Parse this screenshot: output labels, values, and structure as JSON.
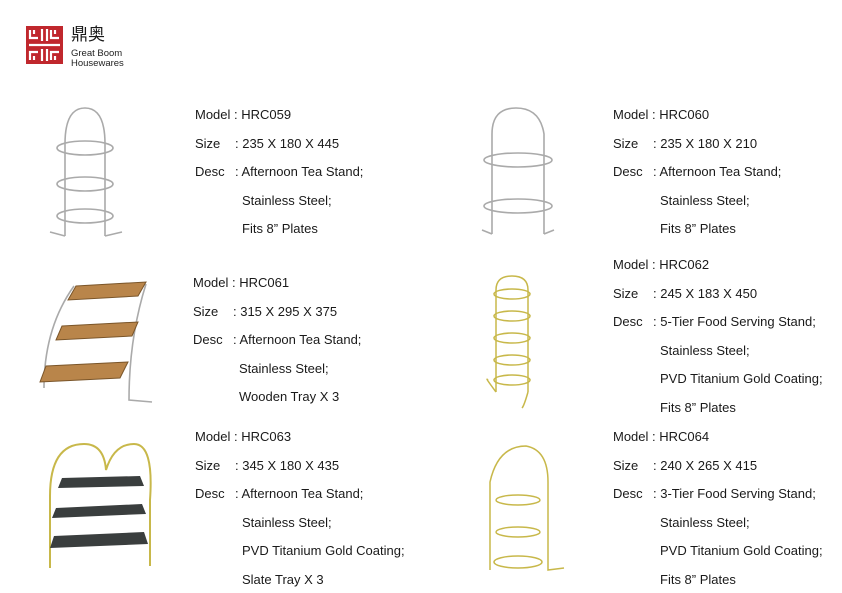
{
  "brand": {
    "name_cn": "鼎奥",
    "name_en_1": "Great Boom",
    "name_en_2": "Housewares",
    "color": "#c0272d"
  },
  "products": [
    {
      "model_label": "Model : HRC059",
      "size_label": "Size",
      "size": ": 235 X 180 X 445",
      "desc_label": "Desc",
      "desc": [
        ": Afternoon Tea Stand;",
        "Stainless Steel;",
        "Fits 8” Plates"
      ],
      "image": "three-tier-round-wire-stand-silver"
    },
    {
      "model_label": "Model : HRC060",
      "size_label": "Size",
      "size": ": 235 X 180 X 210",
      "desc_label": "Desc",
      "desc": [
        ": Afternoon Tea Stand;",
        "Stainless Steel;",
        "Fits 8” Plates"
      ],
      "image": "two-tier-round-wire-stand-silver"
    },
    {
      "model_label": "Model : HRC061",
      "size_label": "Size",
      "size": ": 315 X 295 X 375",
      "desc_label": "Desc",
      "desc": [
        ": Afternoon Tea Stand;",
        "Stainless Steel;",
        "Wooden Tray X 3"
      ],
      "image": "three-tier-wooden-tray-stand"
    },
    {
      "model_label": "Model : HRC062",
      "size_label": "Size",
      "size": ": 245 X 183 X 450",
      "desc_label": "Desc",
      "desc": [
        ": 5-Tier Food Serving Stand;",
        "Stainless Steel;",
        "PVD Titanium Gold Coating;",
        "Fits 8” Plates"
      ],
      "image": "five-tier-gold-wire-stand"
    },
    {
      "model_label": "Model : HRC063",
      "size_label": "Size",
      "size": ": 345 X 180 X 435",
      "desc_label": "Desc",
      "desc": [
        ": Afternoon Tea Stand;",
        "Stainless Steel;",
        "PVD Titanium Gold Coating;",
        "Slate Tray X 3"
      ],
      "image": "three-tier-slate-tray-gold-stand"
    },
    {
      "model_label": "Model : HRC064",
      "size_label": "Size",
      "size": ": 240 X 265 X 415",
      "desc_label": "Desc",
      "desc": [
        ": 3-Tier Food Serving Stand;",
        "Stainless Steel;",
        "PVD Titanium Gold Coating;",
        "Fits 8” Plates"
      ],
      "image": "three-tier-gold-wire-stand"
    }
  ]
}
